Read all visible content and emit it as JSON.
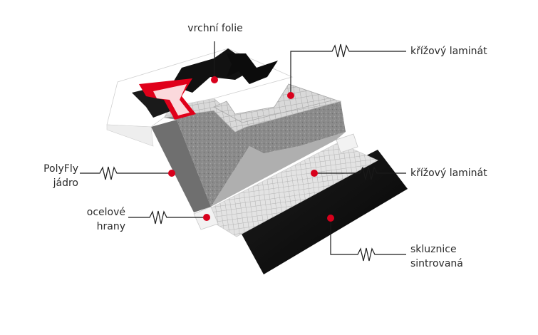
{
  "labels": {
    "top_sheet": "vrchní folie",
    "laminate_top": "křížový laminát",
    "core_line1": "PolyFly",
    "core_line2": "jádro",
    "laminate_bottom": "křížový laminát",
    "edges_line1": "ocelové",
    "edges_line2": "hrany",
    "base_line1": "skluznice",
    "base_line2": "sintrovaná"
  },
  "colors": {
    "marker": "#d8001c",
    "leader": "#1a1a1a",
    "base": "#0d0d0d",
    "core": "#8c8c8c",
    "mesh": "#dcdcdc",
    "topsheet_red": "#e0001a"
  }
}
